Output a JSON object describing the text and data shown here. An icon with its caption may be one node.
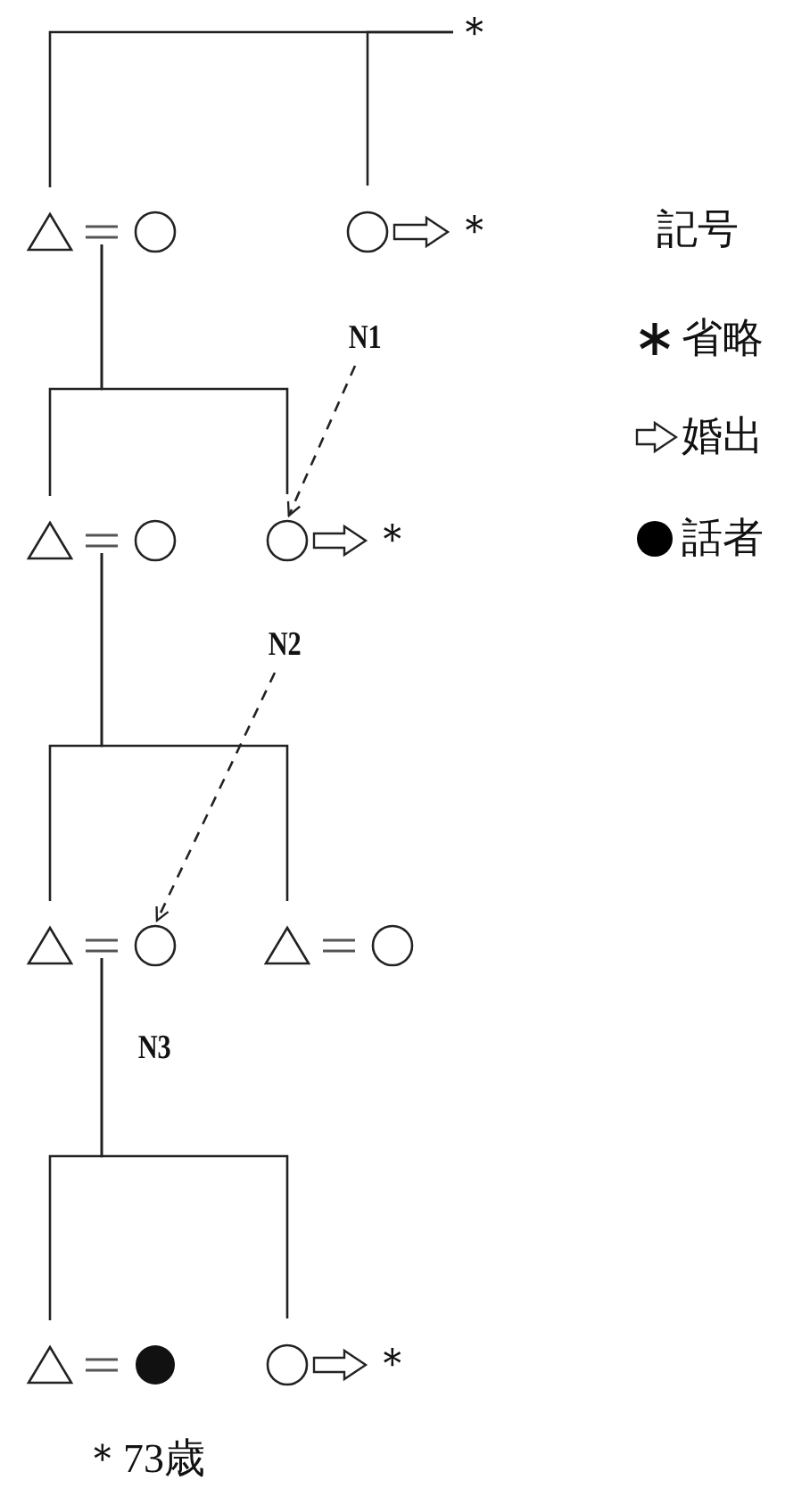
{
  "diagram": {
    "nodes": [
      {
        "text": [
          "＊"
        ]
      },
      {
        "text": [],
        "shape": "triangle"
      },
      {
        "text": [],
        "shape": "bar"
      },
      {
        "text": [],
        "shape": "circle"
      },
      {
        "text": [],
        "shape": "circle"
      },
      {
        "text": [
          "＊"
        ]
      },
      {
        "text": [
          "N1"
        ]
      },
      {
        "text": [],
        "shape": "triangle"
      },
      {
        "text": [],
        "shape": "bar"
      },
      {
        "text": [],
        "shape": "circle"
      },
      {
        "text": [],
        "shape": "circle"
      },
      {
        "text": [
          "＊"
        ]
      },
      {
        "text": [
          "N2"
        ]
      },
      {
        "text": [],
        "shape": "triangle"
      },
      {
        "text": [],
        "shape": "bar"
      },
      {
        "text": [],
        "shape": "circle"
      },
      {
        "text": [],
        "shape": "triangle"
      },
      {
        "text": [],
        "shape": "bar"
      },
      {
        "text": [],
        "shape": "circle"
      },
      {
        "text": [],
        "shape": "triangle"
      },
      {
        "text": [],
        "shape": "bar"
      },
      {
        "text": [],
        "shape": "dot"
      },
      {
        "text": [],
        "shape": "circle"
      },
      {
        "text": [
          "＊"
        ]
      }
    ],
    "edges": [
      {
        "from": 0,
        "to": 1,
        "arrow": "none"
      },
      {
        "from": 0,
        "to": 4,
        "arrow": "none"
      },
      {
        "from": 4,
        "to": 5,
        "arrow": "to"
      },
      {
        "from": 6,
        "to": 10,
        "arrow": "to",
        "style": "dashed"
      },
      {
        "from": 2,
        "to": 7,
        "arrow": "none"
      },
      {
        "from": 2,
        "to": 10,
        "arrow": "none"
      },
      {
        "from": 10,
        "to": 11,
        "arrow": "to"
      },
      {
        "from": 12,
        "to": 15,
        "arrow": "to",
        "style": "dashed"
      },
      {
        "from": 8,
        "to": 13,
        "arrow": "none"
      },
      {
        "from": 8,
        "to": 16,
        "arrow": "none"
      },
      {
        "from": 14,
        "to": 19,
        "arrow": "none"
      },
      {
        "from": 14,
        "to": 22,
        "arrow": "none"
      },
      {
        "from": 22,
        "to": 23,
        "arrow": "to"
      }
    ],
    "labels": [
      "記号",
      "N3",
      "＊73歳"
    ],
    "legend": [
      {
        "text": "省略"
      },
      {
        "text": "婚出"
      },
      {
        "text": "話者",
        "color": "#000000"
      }
    ]
  }
}
